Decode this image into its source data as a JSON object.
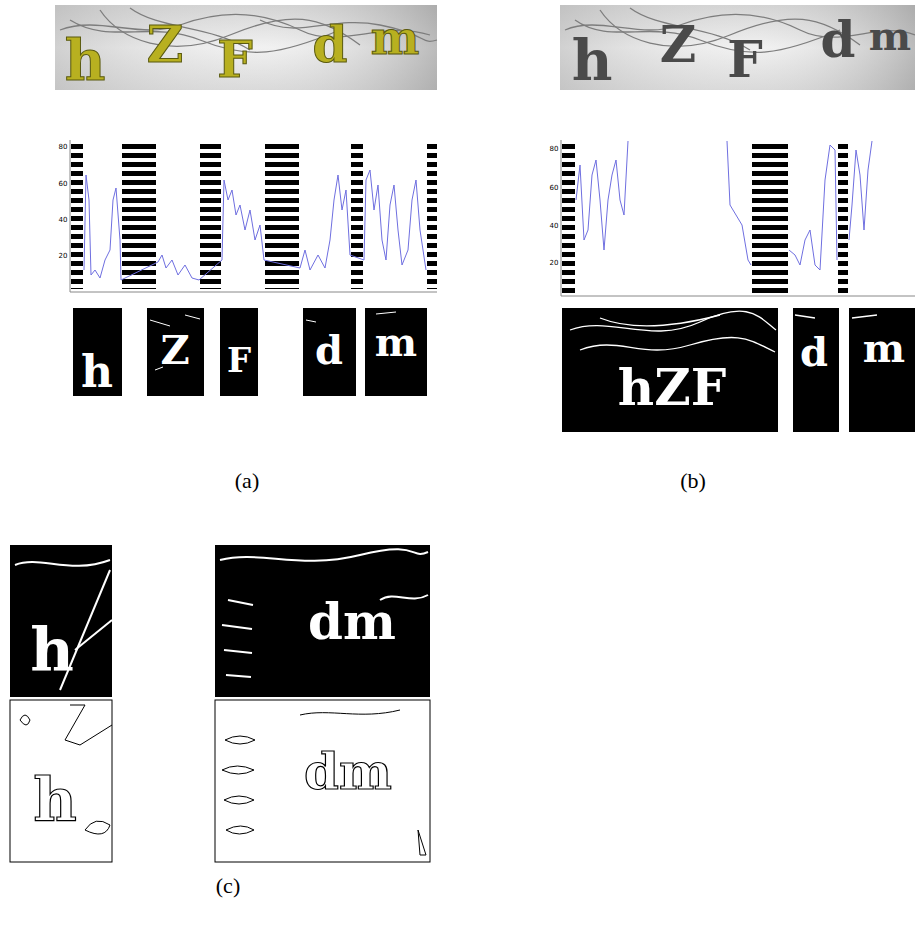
{
  "diagram": {
    "labels": [
      "h",
      "Z",
      "F",
      "d",
      "m",
      "80",
      "60",
      "40",
      "20",
      "h",
      "Z",
      "F",
      "d",
      "m",
      "(a)",
      "h",
      "Z",
      "F",
      "d",
      "m",
      "80",
      "60",
      "40",
      "20",
      "hZF",
      "d",
      "m",
      "(b)",
      "h",
      "dm",
      "h",
      "dm",
      "(c)"
    ]
  }
}
